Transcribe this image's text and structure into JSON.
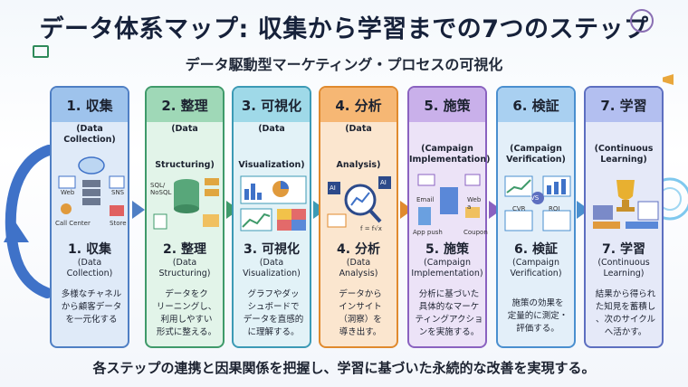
{
  "title": "データ体系マップ: 収集から学習までの7つのステップ",
  "subtitle": "データ駆動型マーケティング・プロセスの可視化",
  "steps": [
    {
      "name": "1. 収集",
      "en": "(Data Collection)",
      "en_top": "",
      "name2": "1. 収集",
      "en2_a": "(Data",
      "en2_b": "Collection)",
      "desc": [
        "多様なチャネル",
        "から顧客データ",
        "を一元化する"
      ],
      "labels": [
        "Web",
        "SNS",
        "Call Center",
        "Store"
      ],
      "color": "#4f7fc4",
      "header_bg": "#9ec3ec",
      "body_bg": "#dfeaf8"
    },
    {
      "name": "2. 整理",
      "en": "(Data",
      "en_top": "Structuring)",
      "name2": "2. 整理",
      "en2_a": "(Data",
      "en2_b": "Structuring)",
      "desc": [
        "データをク",
        "リーニングし、",
        "利用しやすい",
        "形式に整える。"
      ],
      "labels": [
        "SQL/",
        "NoSQL"
      ],
      "color": "#3f9a6a",
      "header_bg": "#9fd8b7",
      "body_bg": "#e2f4e9"
    },
    {
      "name": "3. 可視化",
      "en": "(Data",
      "en_top": "Visualization)",
      "name2": "3. 可視化",
      "en2_a": "(Data",
      "en2_b": "Visualization)",
      "desc": [
        "グラフやダッ",
        "シュボードで",
        "データを直感的",
        "に理解する。"
      ],
      "labels": [],
      "color": "#3c9ab5",
      "header_bg": "#9fd9e8",
      "body_bg": "#e2f2f7"
    },
    {
      "name": "4. 分析",
      "en": "(Data",
      "en_top": "Analysis)",
      "name2": "4. 分析",
      "en2_a": "(Data",
      "en2_b": "Analysis)",
      "desc": [
        "データから",
        "インサイト",
        "（洞察）を",
        "導き出す。"
      ],
      "labels": [
        "AI",
        "AI",
        "f = f√x"
      ],
      "color": "#e08a2e",
      "header_bg": "#f6b774",
      "body_bg": "#fbe6cf"
    },
    {
      "name": "5. 施策",
      "en": "(Campaign",
      "en_top": "Implementation)",
      "name2": "5. 施策",
      "en2_a": "(Campaign",
      "en2_b": "Implementation)",
      "desc": [
        "分析に基づいた",
        "具体的なマーケ",
        "ティングアクショ",
        "ンを実施する。"
      ],
      "labels": [
        "Email",
        "Web a",
        "App push",
        "Coupon"
      ],
      "color": "#8a62c0",
      "header_bg": "#c9b0ea",
      "body_bg": "#ece3f7"
    },
    {
      "name": "6. 検証",
      "en": "(Campaign",
      "en_top": "Verification)",
      "name2": "6. 検証",
      "en2_a": "(Campaign",
      "en2_b": "Verification)",
      "desc": [
        "施策の効果を",
        "定量的に測定・",
        "評価する。"
      ],
      "labels": [
        "CVR",
        "ROI",
        "VS"
      ],
      "color": "#4a8fcf",
      "header_bg": "#a9d0f1",
      "body_bg": "#e3eff9"
    },
    {
      "name": "7. 学習",
      "en": "(Continuous",
      "en_top": "Learning)",
      "name2": "7. 学習",
      "en2_a": "(Continuous",
      "en2_b": "Learning)",
      "desc": [
        "結果から得られ",
        "た知見を蓄積し",
        "、次のサイクル",
        "へ活かす。"
      ],
      "labels": [],
      "color": "#5d6fc0",
      "header_bg": "#b3bff0",
      "body_bg": "#e5e9f8"
    }
  ],
  "footer": "各ステップの連携と因果関係を把握し、学習に基づいた永続的な改善を実現する。"
}
